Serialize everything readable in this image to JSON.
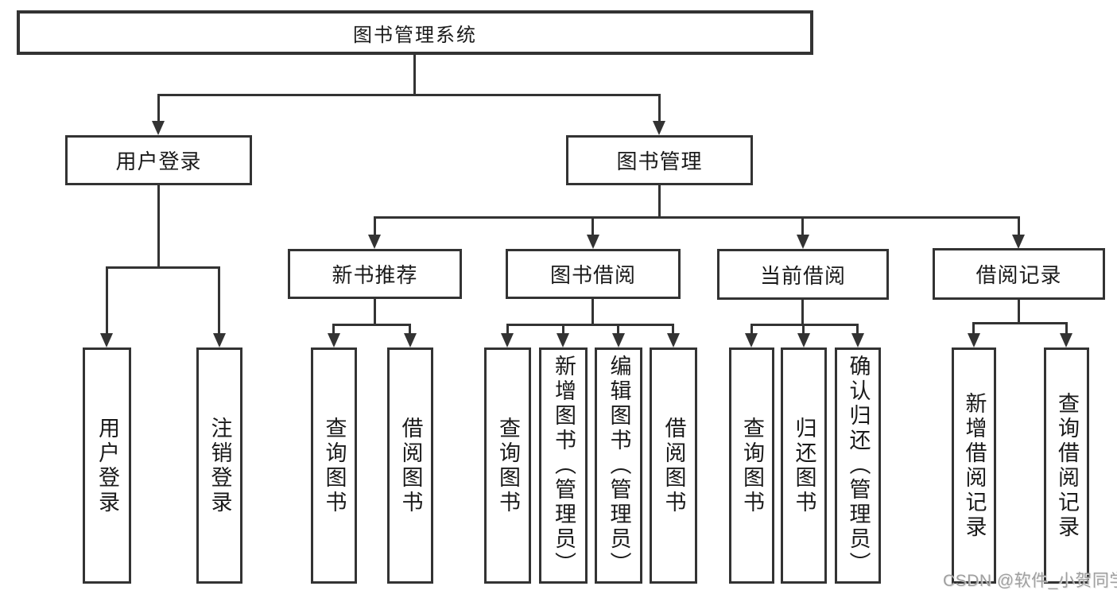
{
  "diagram": {
    "title": "图书管理系统",
    "nodes": {
      "root": {
        "label": "图书管理系统"
      },
      "level2": [
        {
          "label": "用户登录"
        },
        {
          "label": "图书管理"
        }
      ],
      "level3": [
        {
          "label": "新书推荐"
        },
        {
          "label": "图书借阅"
        },
        {
          "label": "当前借阅"
        },
        {
          "label": "借阅记录"
        }
      ],
      "leaves": [
        {
          "label": "用户登录",
          "parent": "用户登录"
        },
        {
          "label": "注销登录",
          "parent": "用户登录"
        },
        {
          "label": "查询图书",
          "parent": "新书推荐"
        },
        {
          "label": "借阅图书",
          "parent": "新书推荐"
        },
        {
          "label": "查询图书",
          "parent": "图书借阅"
        },
        {
          "label": "新增图书（管理员）",
          "parent": "图书借阅"
        },
        {
          "label": "编辑图书（管理员）",
          "parent": "图书借阅"
        },
        {
          "label": "借阅图书",
          "parent": "图书借阅"
        },
        {
          "label": "查询图书",
          "parent": "当前借阅"
        },
        {
          "label": "归还图书",
          "parent": "当前借阅"
        },
        {
          "label": "确认归还（管理员）",
          "parent": "当前借阅"
        },
        {
          "label": "新增借阅记录",
          "parent": "借阅记录"
        },
        {
          "label": "查询借阅记录",
          "parent": "借阅记录"
        }
      ]
    },
    "watermark": "CSDN @软件_小贺同学",
    "colors": {
      "line": "#333333",
      "text": "#1a1a1a",
      "background": "#ffffff",
      "watermark": "#9b9b9b"
    }
  }
}
